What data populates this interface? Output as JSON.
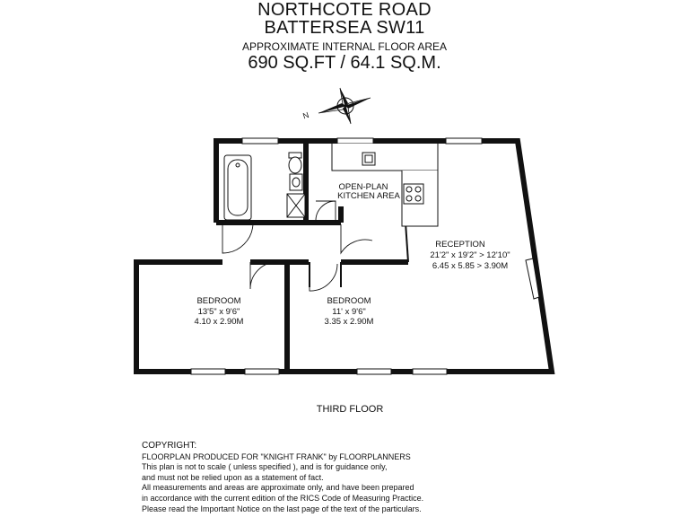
{
  "header": {
    "line1": "NORTHCOTE ROAD",
    "line2": "BATTERSEA SW11",
    "line3": "APPROXIMATE INTERNAL FLOOR AREA",
    "line4": "690 SQ.FT / 64.1 SQ.M."
  },
  "compass": {
    "north_label": "N"
  },
  "rooms": {
    "kitchen": {
      "name_line1": "OPEN-PLAN",
      "name_line2": "KITCHEN AREA"
    },
    "reception": {
      "name": "RECEPTION",
      "imperial": "21'2\" x 19'2\" > 12'10\"",
      "metric": "6.45 x 5.85 > 3.90M"
    },
    "bedroom1": {
      "name": "BEDROOM",
      "imperial": "13'5\" x 9'6\"",
      "metric": "4.10 x 2.90M"
    },
    "bedroom2": {
      "name": "BEDROOM",
      "imperial": "11' x 9'6\"",
      "metric": "3.35 x 2.90M"
    }
  },
  "floor_label": "THIRD FLOOR",
  "copyright": {
    "title": "COPYRIGHT:",
    "lines": [
      "FLOORPLAN PRODUCED FOR \"KNIGHT FRANK\" by FLOORPLANNERS",
      "This plan is not to scale  ( unless specified ), and is for guidance only,",
      "and must not be relied upon as a statement of fact.",
      " All measurements and areas are approximate only, and have been prepared",
      " in accordance with the current edition of the RICS Code of Measuring Practice.",
      "Please read the Important Notice on the last page of the text of the particulars."
    ]
  }
}
